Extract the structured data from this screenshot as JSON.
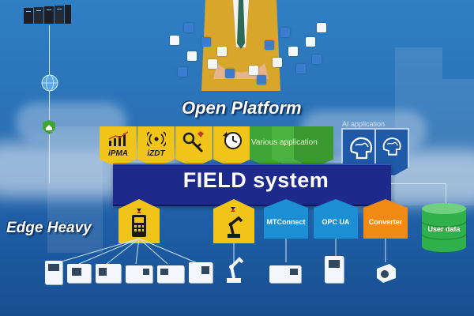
{
  "headings": {
    "open_platform": "Open Platform",
    "edge_heavy": "Edge Heavy"
  },
  "field_system": {
    "title": "FIELD system"
  },
  "top_apps": [
    {
      "label": "iPMA",
      "icon": "chart-icon"
    },
    {
      "label": "iZDT",
      "icon": "signal-icon"
    },
    {
      "label": "",
      "icon": "key-icon"
    },
    {
      "label": "",
      "icon": "clock-icon"
    }
  ],
  "various_application": "Various application",
  "ai_application": "AI application",
  "bottom_tiles": [
    {
      "label": "",
      "icon": "controller-icon",
      "color": "#f0c419"
    },
    {
      "label": "",
      "icon": "robot-icon",
      "color": "#f0c419"
    },
    {
      "label": "MTConnect",
      "icon": "",
      "color": "#1c8fd4"
    },
    {
      "label": "OPC UA",
      "icon": "",
      "color": "#1c8fd4"
    },
    {
      "label": "Converter",
      "icon": "",
      "color": "#f08a12"
    }
  ],
  "user_data": "User data",
  "colors": {
    "background": "#2a6fb4",
    "field_bar": "#1d2a8c",
    "yellow": "#f0c419",
    "green": "#3fa635",
    "blue_tile": "#1c8fd4",
    "orange": "#f08a12",
    "cylinder": "#2fb04a"
  }
}
